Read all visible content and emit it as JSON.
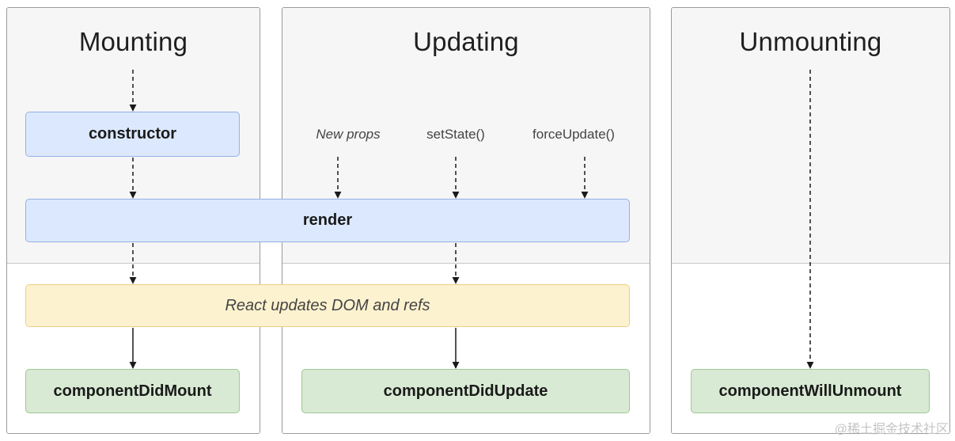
{
  "phases": {
    "mounting": {
      "title": "Mounting"
    },
    "updating": {
      "title": "Updating"
    },
    "unmounting": {
      "title": "Unmounting"
    }
  },
  "triggers": {
    "new_props": "New props",
    "set_state": "setState()",
    "force_update": "forceUpdate()"
  },
  "boxes": {
    "constructor": "constructor",
    "render": "render",
    "react_updates": "React updates DOM and refs",
    "component_did_mount": "componentDidMount",
    "component_did_update": "componentDidUpdate",
    "component_will_unmount": "componentWillUnmount"
  },
  "colors": {
    "blue_fill": "#dce8fd",
    "blue_border": "#95b0e6",
    "yellow_fill": "#fdf2cf",
    "yellow_border": "#eccf83",
    "green_fill": "#d8ead3",
    "green_border": "#9fc896",
    "panel_top": "#f6f6f6"
  },
  "watermark": "@稀土掘金技术社区"
}
